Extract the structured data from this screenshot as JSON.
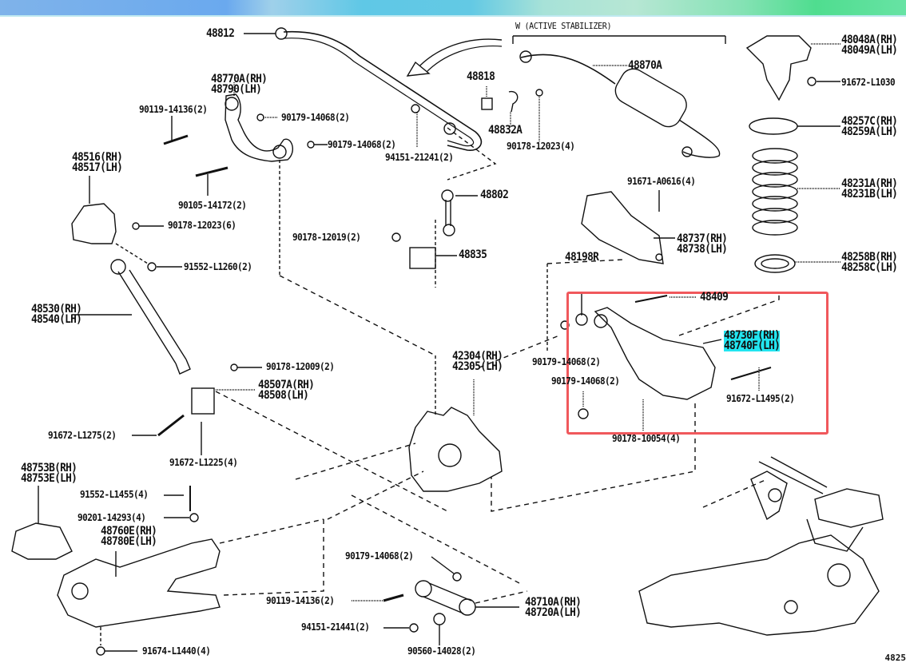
{
  "diagram": {
    "title_note": "W (ACTIVE STABILIZER)",
    "figure_code": "4825",
    "highlight_color": "#22e5f0",
    "selection_box_color": "#f0585c",
    "labels": {
      "p48812": "48812",
      "p48770": [
        "48770A(RH)",
        "48790(LH)"
      ],
      "p90119_top": "90119-14136(2)",
      "p90179_a": "90179-14068(2)",
      "p90179_b": "90179-14068(2)",
      "p94151_top": "94151-21241(2)",
      "p48818": "48818",
      "p48832": "48832A",
      "p90178_12023_4": "90178-12023(4)",
      "p48870": "48870A",
      "p48048": [
        "48048A(RH)",
        "48049A(LH)"
      ],
      "p91672_l1030": "91672-L1030",
      "p48257": [
        "48257C(RH)",
        "48259A(LH)"
      ],
      "p48231": [
        "48231A(RH)",
        "48231B(LH)"
      ],
      "p48258": [
        "48258B(RH)",
        "48258C(LH)"
      ],
      "p48516": [
        "48516(RH)",
        "48517(LH)"
      ],
      "p90105": "90105-14172(2)",
      "p90178_12023_6": "90178-12023(6)",
      "p91552_l1260": "91552-L1260(2)",
      "p48802": "48802",
      "p90178_12019": "90178-12019(2)",
      "p48835": "48835",
      "p91671": "91671-A0616(4)",
      "p48737": [
        "48737(RH)",
        "48738(LH)"
      ],
      "p48198": "48198R",
      "p48409": "48409",
      "p48730": [
        "48730F(RH)",
        "48740F(LH)"
      ],
      "p90179_c": "90179-14068(2)",
      "p90179_d": "90179-14068(2)",
      "p91672_l1495": "91672-L1495(2)",
      "p90178_10054": "90178-10054(4)",
      "p48530": [
        "48530(RH)",
        "48540(LH)"
      ],
      "p90178_12009": "90178-12009(2)",
      "p48507": [
        "48507A(RH)",
        "48508(LH)"
      ],
      "p42304": [
        "42304(RH)",
        "42305(LH)"
      ],
      "p91672_l1275": "91672-L1275(2)",
      "p91672_l1225": "91672-L1225(4)",
      "p48753": [
        "48753B(RH)",
        "48753E(LH)"
      ],
      "p91552_l1455": "91552-L1455(4)",
      "p90201": "90201-14293(4)",
      "p48760": [
        "48760E(RH)",
        "48780E(LH)"
      ],
      "p91674": "91674-L1440(4)",
      "p90179_e": "90179-14068(2)",
      "p90119_bot": "90119-14136(2)",
      "p94151_bot": "94151-21441(2)",
      "p90560": "90560-14028(2)",
      "p48710": [
        "48710A(RH)",
        "48720A(LH)"
      ]
    }
  }
}
